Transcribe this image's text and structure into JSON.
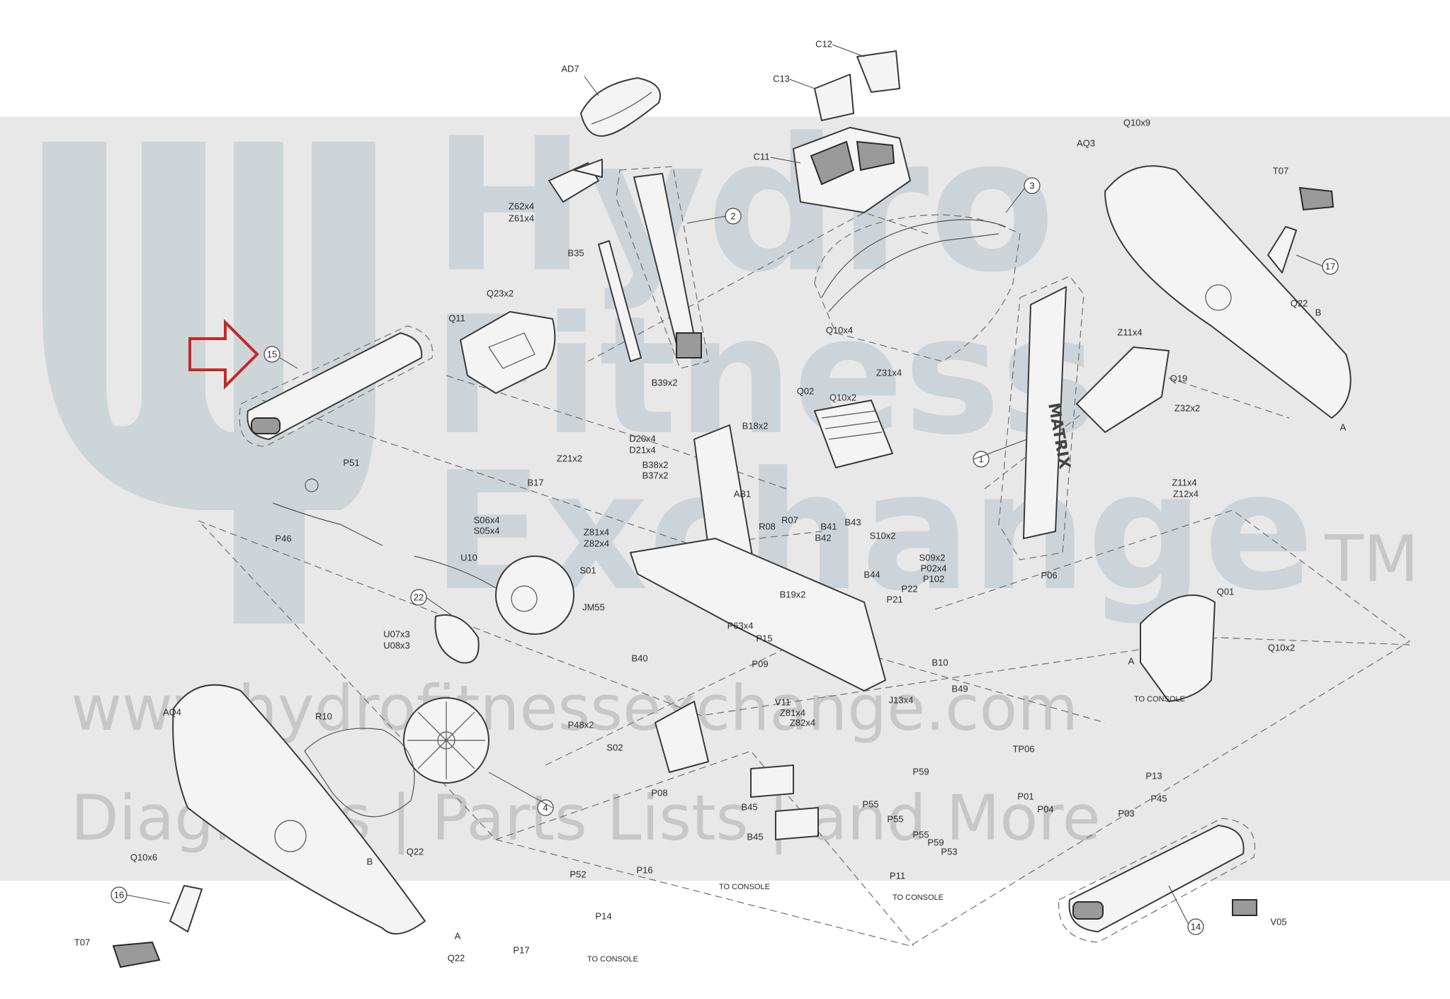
{
  "watermark": {
    "brand_lines": [
      "Hydro",
      "Fitness",
      "Exchange"
    ],
    "trademark": "TM",
    "url": "www.hydrofitnessexchange.com",
    "tagline": "Diagrams | Parts Lists | and More"
  },
  "frame_logo_text": "MATRIX",
  "callouts": [
    "1",
    "2",
    "3",
    "4",
    "14",
    "15",
    "16",
    "17",
    "22"
  ],
  "part_labels": [
    "AD7",
    "C12",
    "C13",
    "C11",
    "Q10x9",
    "AQ3",
    "T07",
    "Z62x4",
    "Z61x4",
    "B35",
    "Q23x2",
    "Q11",
    "B39x2",
    "Q10x4",
    "Z31x4",
    "Z11x4",
    "Q19",
    "Z32x2",
    "Q22",
    "B",
    "A",
    "Q02",
    "Q10x2",
    "D20x4",
    "D21x4",
    "B18x2",
    "B38x2",
    "B37x2",
    "Z21x2",
    "B17",
    "AB1",
    "R07",
    "R08",
    "B42",
    "B41",
    "B43",
    "S10x2",
    "S09x2",
    "P02x4",
    "P102",
    "B44",
    "P22",
    "P21",
    "Z11x4",
    "Z12x4",
    "P06",
    "Q01",
    "P51",
    "P46",
    "S06x4",
    "S05x4",
    "U10",
    "Z81x4",
    "Z82x4",
    "S01",
    "JM55",
    "U07x3",
    "U08x3",
    "B19x2",
    "P63x4",
    "P15",
    "B10",
    "P09",
    "V11",
    "Z81x4",
    "Z82x4",
    "B49",
    "J13x4",
    "B40",
    "P48x2",
    "S02",
    "AQ4",
    "R10",
    "P08",
    "B45",
    "B45",
    "P59",
    "P55",
    "P55",
    "P55",
    "P59",
    "P53",
    "TP06",
    "P13",
    "P01",
    "P04",
    "P45",
    "P03",
    "Q10x6",
    "Q22",
    "B",
    "P52",
    "P16",
    "P14",
    "P17",
    "P11",
    "T07",
    "Q22",
    "A",
    "V05",
    "Q10x2",
    "A"
  ],
  "annotations": [
    "TO CONSOLE",
    "TO CONSOLE",
    "TO CONSOLE",
    "TO CONSOLE"
  ],
  "colors": {
    "highlight_arrow": "#c62828",
    "watermark_band": "#e4e4e4",
    "line": "#3a3a3a"
  }
}
